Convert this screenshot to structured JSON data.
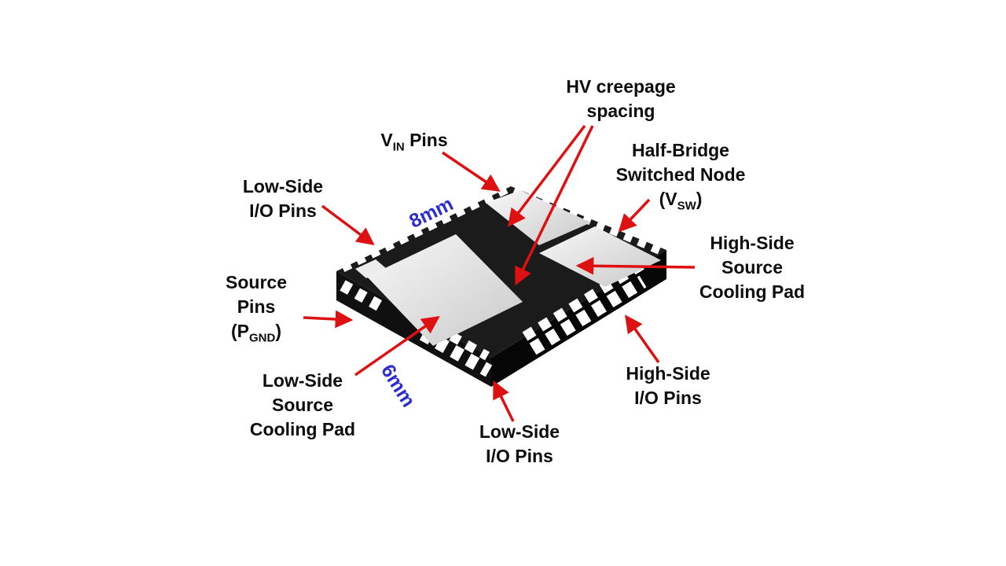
{
  "labels": {
    "hv_creepage": {
      "lines": [
        "HV creepage",
        "spacing"
      ]
    },
    "vin_pins": {
      "pre": "V",
      "sub": "IN",
      "post": " Pins"
    },
    "half_bridge": {
      "lines": [
        "Half-Bridge",
        "Switched Node"
      ],
      "vsw": {
        "pre": "(V",
        "sub": "SW",
        "post": ")"
      }
    },
    "low_side_io_left": {
      "lines": [
        "Low-Side",
        "I/O Pins"
      ]
    },
    "source_pins": {
      "lines": [
        "Source",
        "Pins"
      ],
      "pgnd": {
        "pre": "(P",
        "sub": "GND",
        "post": ")"
      }
    },
    "high_side_cooling_pad": {
      "lines": [
        "High-Side",
        "Source",
        "Cooling Pad"
      ]
    },
    "high_side_io": {
      "lines": [
        "High-Side",
        "I/O Pins"
      ]
    },
    "low_side_cooling_pad": {
      "lines": [
        "Low-Side",
        "Source",
        "Cooling Pad"
      ]
    },
    "low_side_io_bottom": {
      "lines": [
        "Low-Side",
        "I/O Pins"
      ]
    }
  },
  "dimensions": {
    "width_label": "8mm",
    "depth_label": "6mm"
  },
  "colors": {
    "arrow": "#dd1111",
    "dimension_text": "#2e2ecf",
    "chip_body": "#1b1b1b",
    "cooling_pad": "#e9e9e9",
    "label_text": "#0d0d0d",
    "background": "#ffffff"
  }
}
